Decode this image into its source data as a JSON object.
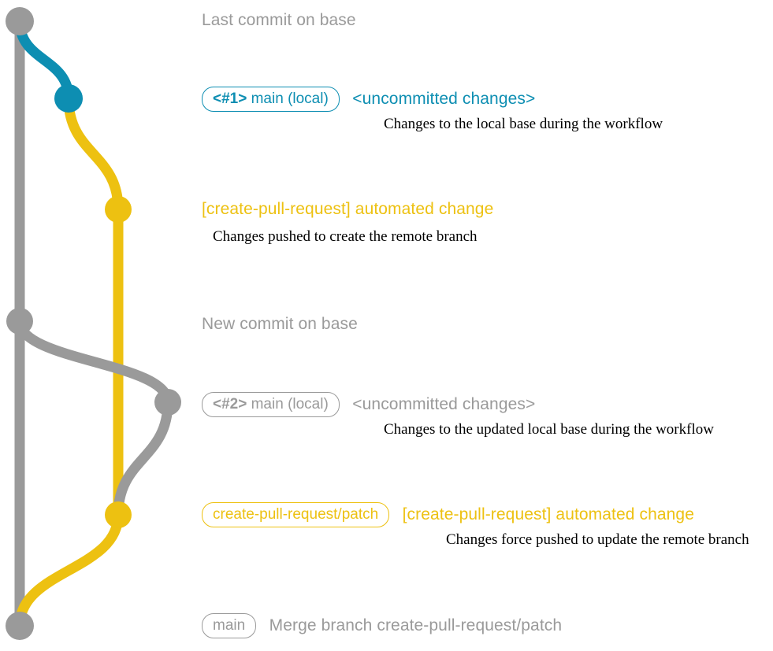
{
  "title": "git-commit-graph",
  "colors": {
    "base_gray": "#9a9a9a",
    "caption_gray": "#8c8c8c",
    "branch_blue": "#0d8eb2",
    "branch_yellow": "#edc111",
    "background": "#ffffff",
    "description_black": "#000000"
  },
  "rows": [
    {
      "id": "last-commit-on-base",
      "caption": "Last commit on base",
      "color": "#8c8c8c",
      "node_color": "#9a9a9a"
    },
    {
      "id": "commit-1-local",
      "badge": {
        "strong": "<#1>",
        "normal": " main (local)"
      },
      "subject": "<uncommitted changes>",
      "description": "Changes to the local base during the workflow",
      "color": "#0d8eb2",
      "node_color": "#0d8eb2"
    },
    {
      "id": "commit-automated-change-1",
      "subject": "[create-pull-request] automated change",
      "description": "Changes pushed to create the remote branch",
      "color": "#edc111",
      "node_color": "#edc111"
    },
    {
      "id": "new-commit-on-base",
      "caption": "New commit on base",
      "color": "#8c8c8c",
      "node_color": "#9a9a9a"
    },
    {
      "id": "commit-2-local",
      "badge": {
        "strong": "<#2>",
        "normal": " main (local)"
      },
      "subject": "<uncommitted changes>",
      "description": "Changes to the updated local base during the workflow",
      "color": "#9a9a9a",
      "node_color": "#9a9a9a"
    },
    {
      "id": "commit-automated-change-2",
      "badge": {
        "strong": "",
        "normal": "create-pull-request/patch"
      },
      "subject": "[create-pull-request] automated change",
      "description": "Changes force pushed to update the remote branch",
      "color": "#edc111",
      "node_color": "#edc111"
    },
    {
      "id": "merge-commit-main",
      "badge": {
        "strong": "",
        "normal": "main"
      },
      "subject": "Merge branch create-pull-request/patch",
      "color": "#9a9a9a",
      "node_color": "#9a9a9a"
    }
  ]
}
